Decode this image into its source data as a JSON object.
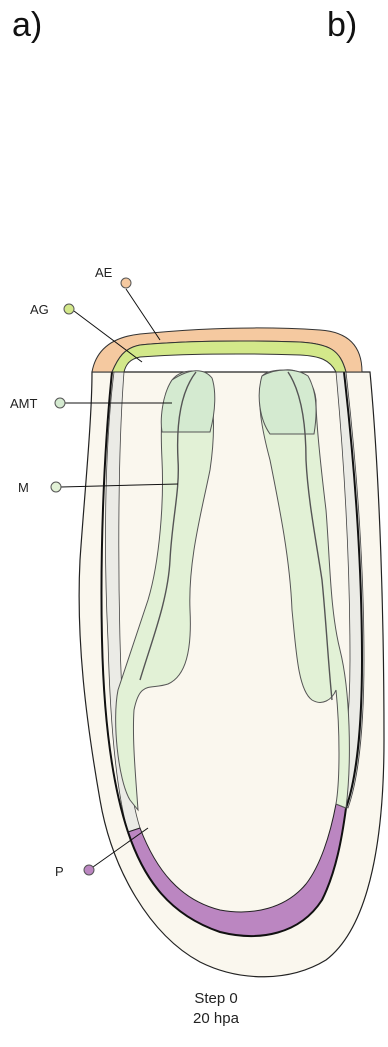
{
  "panels": {
    "a": "a)",
    "b": "b)"
  },
  "labels": {
    "ae": "AE",
    "ag": "AG",
    "amt": "AMT",
    "m": "M",
    "p": "P"
  },
  "caption": {
    "step": "Step 0",
    "time": "20 hpa"
  },
  "colors": {
    "ae": "#f5c9a0",
    "ag": "#d3e88a",
    "amt": "#d4ead0",
    "m": "#e2f1d6",
    "p": "#bb86c1",
    "outer_tissue": "#faf7ee",
    "inner_band": "#ebebe6"
  }
}
